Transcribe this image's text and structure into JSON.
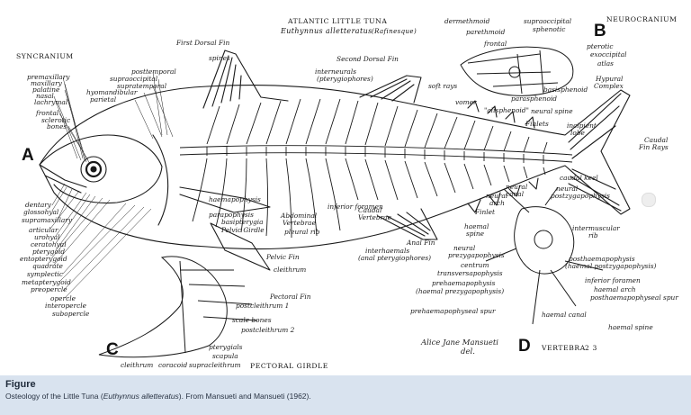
{
  "figure": {
    "title": "ATLANTIC LITTLE TUNA",
    "subtitle_species": "Euthynnus alletteratus",
    "subtitle_author": "(Rafinesque)",
    "panel_letters": [
      "A",
      "B",
      "C",
      "D"
    ],
    "section_headers": {
      "syncranium": "SYNCRANIUM",
      "neurocranium": "NEUROCRANIUM",
      "pectoral_girdle": "PECTORAL GIRDLE",
      "vertebra": "VERTEBRA",
      "vertebra_number": "2 3"
    },
    "signature_line1": "Alice Jane Mansueti",
    "signature_line2": "del.",
    "labels_a": [
      "premaxillary",
      "maxillary",
      "palatine",
      "nasal",
      "lachrymal",
      "frontal",
      "sclerotic",
      "bones",
      "posttemporal",
      "supraoccipital",
      "supratemporal",
      "hyomandibular",
      "parietal",
      "First Dorsal Fin",
      "spines",
      "Second Dorsal Fin",
      "interneurals",
      "(pterygiophores)",
      "soft rays",
      "Finlets",
      "incipient",
      "lobe",
      "Hypural",
      "Complex",
      "Caudal",
      "Fin Rays",
      "caudal keel",
      "neural spine",
      "dentary",
      "glossohyal",
      "supramaxillary",
      "articular",
      "urohyal",
      "ceratohyal",
      "pterygoid",
      "entopterygoid",
      "quadrate",
      "symplectic",
      "metapterygoid",
      "preopercle",
      "opercle",
      "interopercle",
      "subopercle",
      "haemapophysis",
      "parapophysis",
      "basipterygia",
      "Pelvic Girdle",
      "Abdominal",
      "Vertebrae",
      "pleural rib",
      "Caudal",
      "Vertebrae",
      "inferior foramen",
      "Finlet",
      "haemal",
      "spine",
      "Anal Fin",
      "interhaemals",
      "(anal pterygiophores)",
      "Pelvic Fin",
      "cleithrum",
      "Pectoral  Fin"
    ],
    "labels_b": [
      "dermethmoid",
      "supraoccipital",
      "parethmoid",
      "sphenotic",
      "frontal",
      "pterotic",
      "exoccipital",
      "atlas",
      "vomer",
      "\"alisphenoid\"",
      "parasphenoid",
      "basisphenoid"
    ],
    "labels_c": [
      "postcleithrum 1",
      "scale bones",
      "postcleithrum 2",
      "pterygials",
      "scapula",
      "cleithrum",
      "coracoid",
      "supracleithrum"
    ],
    "labels_d": [
      "neural",
      "canal",
      "neural",
      "arch",
      "neural",
      "postzygapophysis",
      "intermuscular",
      "rib",
      "neural",
      "prezygapophysis",
      "centrum",
      "transversapophysis",
      "prehaemapophysis",
      "(haemal prezygapophysis)",
      "posthaemapophysis",
      "(haemal postzygapophysis)",
      "inferior foramen",
      "haemal arch",
      "posthaemapophyseal spur",
      "prehaemapophyseal spur",
      "haemal canal",
      "haemal spine"
    ],
    "colors": {
      "ink": "#1a1a1a",
      "caption_bg": "#d9e3ef",
      "caption_title": "#1e2a3a"
    }
  },
  "caption": {
    "title": "Figure",
    "text_before": "Osteology of the Little Tuna (",
    "text_species": "Euthynnus alletteratus",
    "text_after": "). From Mansueti and Mansueti (1962)."
  }
}
